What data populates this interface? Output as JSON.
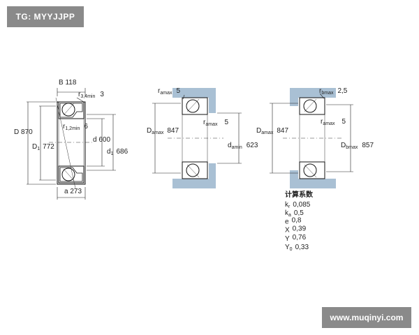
{
  "watermark_top": "TG: MYYJJPP",
  "watermark_bottom": "www.muqinyi.com",
  "drawing1": {
    "B": {
      "sym": "B",
      "val": "118"
    },
    "r34": {
      "sym": "r",
      "sub": "3,4min",
      "val": "3"
    },
    "r12": {
      "sym": "r",
      "sub": "1,2min",
      "val": "6"
    },
    "D": {
      "sym": "D",
      "val": "870"
    },
    "D1": {
      "sym": "D",
      "sub": "1",
      "val": "772"
    },
    "d": {
      "sym": "d",
      "val": "600"
    },
    "d1": {
      "sym": "d",
      "sub": "1",
      "val": "686"
    },
    "a": {
      "sym": "a",
      "val": "273"
    }
  },
  "drawing2": {
    "ra_top": {
      "sym": "r",
      "sub": "amax",
      "val": "5"
    },
    "ra_mid": {
      "sym": "r",
      "sub": "amax",
      "val": "5"
    },
    "Da": {
      "sym": "D",
      "sub": "amax",
      "val": "847"
    },
    "da": {
      "sym": "d",
      "sub": "amin",
      "val": "623"
    }
  },
  "drawing3": {
    "rb": {
      "sym": "r",
      "sub": "bmax",
      "val": "2,5"
    },
    "ra": {
      "sym": "r",
      "sub": "amax",
      "val": "5"
    },
    "Da": {
      "sym": "D",
      "sub": "amax",
      "val": "847"
    },
    "Db": {
      "sym": "D",
      "sub": "bmax",
      "val": "857"
    }
  },
  "factors": {
    "title": "计算系数",
    "rows": [
      {
        "sym": "k",
        "sub": "r",
        "val": "0,085"
      },
      {
        "sym": "k",
        "sub": "a",
        "val": "0,5"
      },
      {
        "sym": "e",
        "sub": "",
        "val": "0,8"
      },
      {
        "sym": "X",
        "sub": "",
        "val": "0,39"
      },
      {
        "sym": "Y",
        "sub": "",
        "val": "0,76"
      },
      {
        "sym": "Y",
        "sub": "0",
        "val": "0,33"
      }
    ]
  }
}
